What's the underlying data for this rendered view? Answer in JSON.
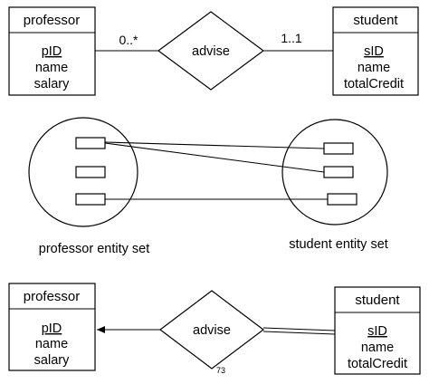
{
  "top_er": {
    "left_entity": {
      "name": "professor",
      "key_attr": "pID",
      "attrs": [
        "name",
        "salary"
      ]
    },
    "relationship": "advise",
    "right_entity": {
      "name": "student",
      "key_attr": "sID",
      "attrs": [
        "name",
        "totalCredit"
      ]
    },
    "left_cardinality": "0..*",
    "right_cardinality": "1..1"
  },
  "entity_sets": {
    "left_label": "professor entity set",
    "right_label": "student entity set"
  },
  "bottom_er": {
    "left_entity": {
      "name": "professor",
      "key_attr": "pID",
      "attrs": [
        "name",
        "salary"
      ]
    },
    "relationship": "advise",
    "right_entity": {
      "name": "student",
      "key_attr": "sID",
      "attrs": [
        "name",
        "totalCredit"
      ]
    }
  },
  "page_number": "73"
}
